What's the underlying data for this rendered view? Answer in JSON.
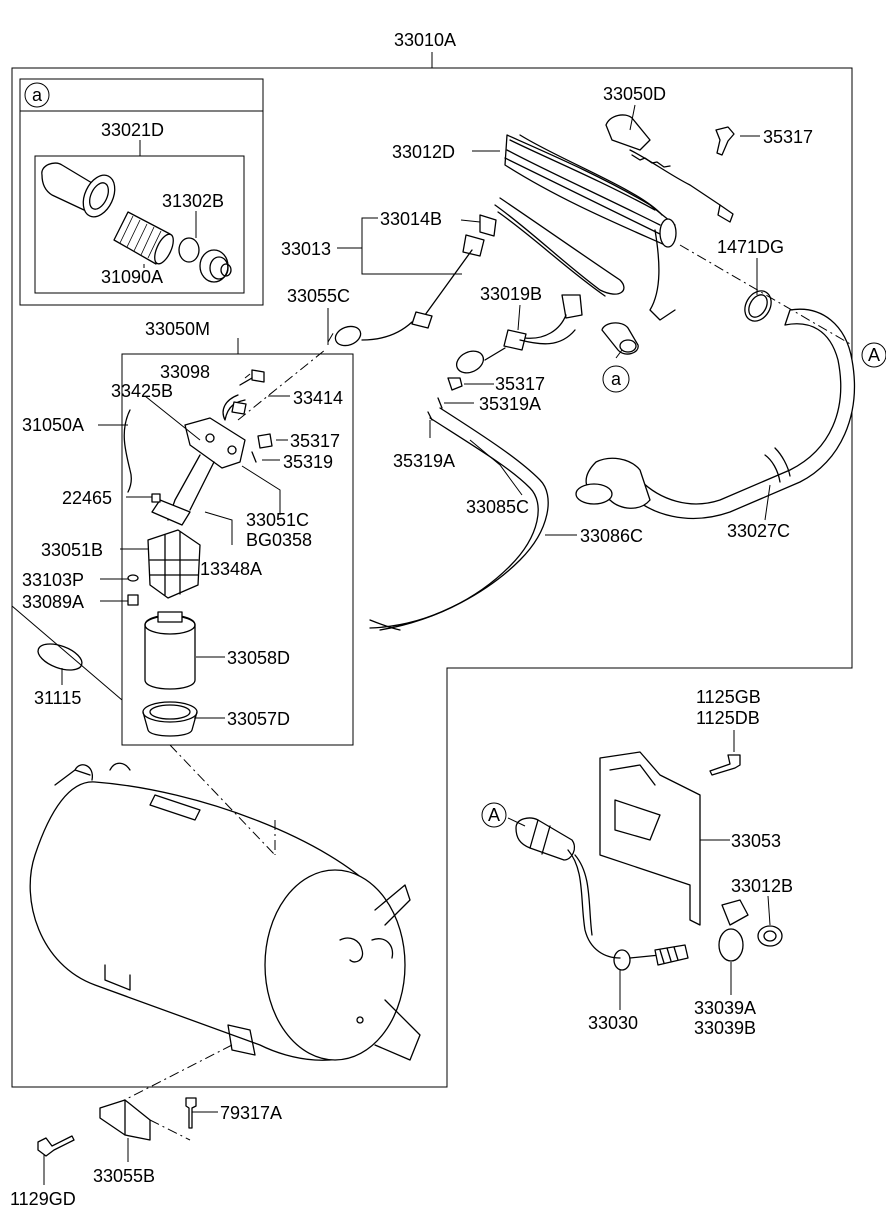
{
  "diagram": {
    "labels": {
      "l_33010A": "33010A",
      "l_a_box": "a",
      "l_33021D": "33021D",
      "l_31302B": "31302B",
      "l_31090A": "31090A",
      "l_33050D": "33050D",
      "l_35317_top": "35317",
      "l_33012D": "33012D",
      "l_33014B": "33014B",
      "l_33013": "33013",
      "l_1471DG": "1471DG",
      "l_33055C": "33055C",
      "l_33019B": "33019B",
      "l_A_right": "A",
      "l_33050M": "33050M",
      "l_33098": "33098",
      "l_33425B": "33425B",
      "l_33414": "33414",
      "l_35317_mid": "35317",
      "l_35319A_mid": "35319A",
      "l_a_circle": "a",
      "l_31050A": "31050A",
      "l_35317_left": "35317",
      "l_35319": "35319",
      "l_35319A_low": "35319A",
      "l_22465": "22465",
      "l_33085C": "33085C",
      "l_33051C": "33051C",
      "l_BG0358": "BG0358",
      "l_33027C": "33027C",
      "l_33086C": "33086C",
      "l_33051B": "33051B",
      "l_13348A": "13348A",
      "l_33103P": "33103P",
      "l_33089A": "33089A",
      "l_33058D": "33058D",
      "l_31115": "31115",
      "l_33057D": "33057D",
      "l_1125GB": "1125GB",
      "l_1125DB": "1125DB",
      "l_A_lower": "A",
      "l_33053": "33053",
      "l_33012B": "33012B",
      "l_33039A": "33039A",
      "l_33039B": "33039B",
      "l_33030": "33030",
      "l_79317A": "79317A",
      "l_33055B": "33055B",
      "l_1129GD": "1129GD"
    }
  }
}
